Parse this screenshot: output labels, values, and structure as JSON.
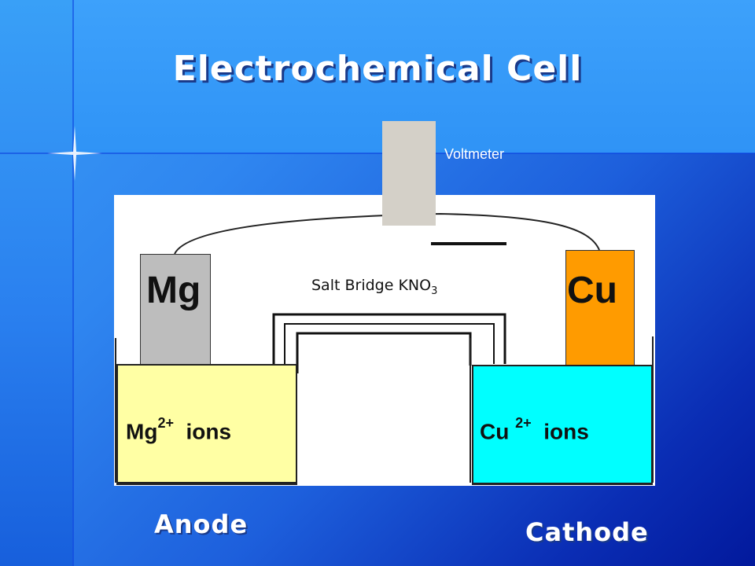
{
  "title": "Electrochemical Cell",
  "voltmeter": {
    "label": "Voltmeter"
  },
  "anode": {
    "electrode_label": "Mg",
    "ion_base": "Mg",
    "ion_charge": "2+",
    "ion_suffix": "ions",
    "role": "Anode",
    "electrode_color": "#bdbdbd",
    "solution_color": "#ffffa4"
  },
  "cathode": {
    "electrode_label": "Cu",
    "ion_base": "Cu",
    "ion_charge": "2+",
    "ion_suffix": "ions",
    "role": "Cathode",
    "electrode_color": "#ff9b00",
    "solution_color": "#00ffff"
  },
  "salt_bridge": {
    "label": "Salt Bridge KNO",
    "subscript": "3"
  }
}
